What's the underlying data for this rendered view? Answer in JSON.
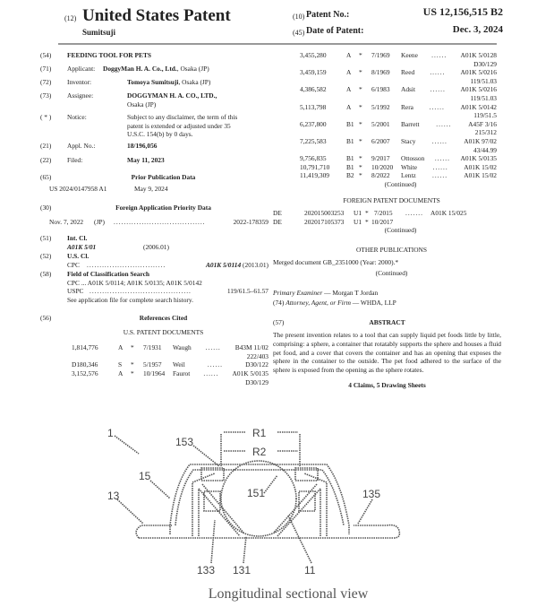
{
  "header": {
    "code12": "(12)",
    "title": "United States Patent",
    "inventor_short": "Sumitsuji",
    "code10": "(10)",
    "patent_no_label": "Patent No.:",
    "patent_no": "US 12,156,515 B2",
    "code45": "(45)",
    "date_label": "Date of Patent:",
    "date": "Dec. 3, 2024"
  },
  "biblio": {
    "title_code": "(54)",
    "title": "FEEDING TOOL FOR PETS",
    "applicant_code": "(71)",
    "applicant_label": "Applicant:",
    "applicant_name": "DoggyMan H. A. Co., Ltd.",
    "applicant_loc": ", Osaka (JP)",
    "inventor_code": "(72)",
    "inventor_label": "Inventor:",
    "inventor_name": "Tomoya Sumitsuji",
    "inventor_loc": ", Osaka (JP)",
    "assignee_code": "(73)",
    "assignee_label": "Assignee:",
    "assignee_name": "DOGGYMAN H. A. CO., LTD.,",
    "assignee_loc": "Osaka (JP)",
    "notice_code": "( * )",
    "notice_label": "Notice:",
    "notice_lines": [
      "Subject to any disclaimer, the term of this",
      "patent is extended or adjusted under 35",
      "U.S.C. 154(b) by 0 days."
    ],
    "appl_code": "(21)",
    "appl_label": "Appl. No.:",
    "appl_no": "18/196,056",
    "filed_code": "(22)",
    "filed_label": "Filed:",
    "filed_date": "May 11, 2023",
    "prior_code": "(65)",
    "prior_heading": "Prior Publication Data",
    "prior_pub": "US 2024/0147958 A1",
    "prior_date": "May 9, 2024",
    "foreign_code": "(30)",
    "foreign_heading": "Foreign Application Priority Data",
    "foreign_date": "Nov. 7, 2022",
    "foreign_country": "(JP)",
    "foreign_no": "2022-178359",
    "intcl_code": "(51)",
    "intcl_label": "Int. Cl.",
    "intcl_class": "A01K 5/01",
    "intcl_year": "(2006.01)",
    "uscl_code": "(52)",
    "uscl_label": "U.S. Cl.",
    "uscl_cpc": "CPC",
    "uscl_class": "A01K 5/0114",
    "uscl_year": "(2013.01)",
    "field_code": "(58)",
    "field_label": "Field of Classification Search",
    "field_cpc": "CPC ... A01K 5/0114; A01K 5/0135; A01K 5/0142",
    "field_uspc_label": "USPC",
    "field_uspc": "119/61.5–61.57",
    "field_note": "See application file for complete search history.",
    "refs_code": "(56)",
    "refs_heading": "References Cited",
    "us_docs_heading": "U.S. PATENT DOCUMENTS"
  },
  "us_refs_left": [
    {
      "no": "1,814,776",
      "kind": "A",
      "star": "*",
      "date": "7/1931",
      "name": "Waugh",
      "cls": "B43M 11/02",
      "cls2": "222/403"
    },
    {
      "no": "D180,346",
      "kind": "S",
      "star": "*",
      "date": "5/1957",
      "name": "Weil",
      "cls": "D30/122",
      "cls2": ""
    },
    {
      "no": "3,152,576",
      "kind": "A",
      "star": "*",
      "date": "10/1964",
      "name": "Faurot",
      "cls": "A01K 5/0135",
      "cls2": "D30/129"
    }
  ],
  "us_refs_right": [
    {
      "no": "3,455,280",
      "kind": "A",
      "star": "*",
      "date": "7/1969",
      "name": "Keene",
      "cls": "A01K 5/0128",
      "cls2": "D30/129"
    },
    {
      "no": "3,459,159",
      "kind": "A",
      "star": "*",
      "date": "8/1969",
      "name": "Reed",
      "cls": "A01K 5/0216",
      "cls2": "119/51.03"
    },
    {
      "no": "4,386,582",
      "kind": "A",
      "star": "*",
      "date": "6/1983",
      "name": "Adsit",
      "cls": "A01K 5/0216",
      "cls2": "119/51.03"
    },
    {
      "no": "5,113,798",
      "kind": "A",
      "star": "*",
      "date": "5/1992",
      "name": "Rera",
      "cls": "A01K 5/0142",
      "cls2": "119/51.5"
    },
    {
      "no": "6,237,800",
      "kind": "B1",
      "star": "*",
      "date": "5/2001",
      "name": "Barrett",
      "cls": "A45F 3/16",
      "cls2": "215/312"
    },
    {
      "no": "7,225,583",
      "kind": "B1",
      "star": "*",
      "date": "6/2007",
      "name": "Stacy",
      "cls": "A01K 97/02",
      "cls2": "43/44.99"
    },
    {
      "no": "9,756,835",
      "kind": "B1",
      "star": "*",
      "date": "9/2017",
      "name": "Ottosson",
      "cls": "A01K 5/0135",
      "cls2": ""
    },
    {
      "no": "10,791,710",
      "kind": "B1",
      "star": "*",
      "date": "10/2020",
      "name": "White",
      "cls": "A01K 15/02",
      "cls2": ""
    },
    {
      "no": "11,419,309",
      "kind": "B2",
      "star": "*",
      "date": "8/2022",
      "name": "Lentz",
      "cls": "A01K 15/02",
      "cls2": ""
    }
  ],
  "continued": "(Continued)",
  "foreign_docs": {
    "heading": "FOREIGN PATENT DOCUMENTS",
    "rows": [
      {
        "country": "DE",
        "no": "202015003253",
        "kind": "U1",
        "star": "*",
        "date": "7/2015",
        "cls": "A01K 15/025"
      },
      {
        "country": "DE",
        "no": "202017105373",
        "kind": "U1",
        "star": "*",
        "date": "10/2017",
        "cls": ""
      }
    ]
  },
  "other_pubs": {
    "heading": "OTHER PUBLICATIONS",
    "text": "Merged document GB_2351000 (Year: 2000).*"
  },
  "examiner": {
    "label": "Primary Examiner",
    "name": "— Morgan T Jordan"
  },
  "attorney": {
    "code": "(74)",
    "label": "Attorney, Agent, or Firm",
    "name": "— WHDA, LLP"
  },
  "abstract": {
    "code": "(57)",
    "heading": "ABSTRACT",
    "text": "The present invention relates to a tool that can supply liquid pet foods little by little, comprising: a sphere, a container that rotatably supports the sphere and houses a fluid pet food, and a cover that covers the container and has an opening that exposes the sphere in the container to the outside. The pet food adhered to the surface of the sphere is exposed from the opening as the sphere rotates.",
    "claims": "4 Claims, 5 Drawing Sheets"
  },
  "figure": {
    "labels": {
      "l1": "1",
      "l153": "153",
      "r1": "R1",
      "r2": "R2",
      "l15": "15",
      "l13": "13",
      "l151": "151",
      "l135": "135",
      "l133": "133",
      "l131": "131",
      "l11": "11"
    },
    "caption": "Longitudinal sectional view"
  }
}
